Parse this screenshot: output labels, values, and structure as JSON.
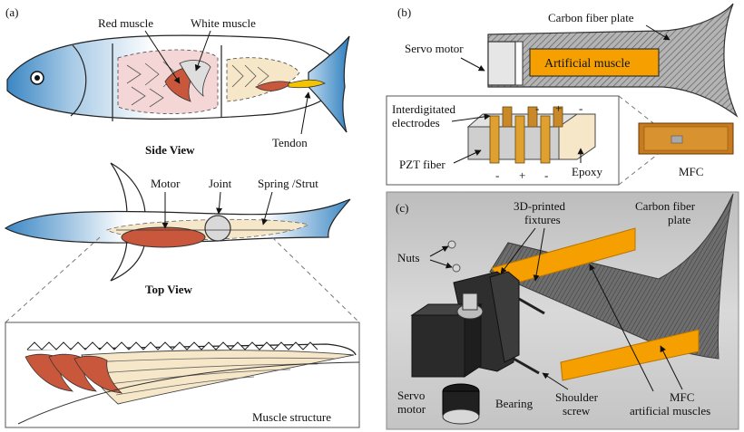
{
  "panel_a": {
    "tag": "(a)",
    "red_muscle": "Red muscle",
    "white_muscle": "White muscle",
    "tendon": "Tendon",
    "side_view": "Side View",
    "motor": "Motor",
    "joint": "Joint",
    "spring_strut": "Spring /Strut",
    "top_view": "Top View",
    "muscle_structure": "Muscle structure"
  },
  "panel_b": {
    "tag": "(b)",
    "carbon_plate": "Carbon fiber plate",
    "servo_motor": "Servo motor",
    "artificial_muscle": "Artificial muscle",
    "interdigitated_1": "Interdigitated",
    "interdigitated_2": "electrodes",
    "pzt_fiber": "PZT fiber",
    "epoxy": "Epoxy",
    "mfc": "MFC",
    "signs_top": [
      "-",
      "+",
      "-"
    ],
    "signs_bottom": [
      "-",
      "+",
      "-"
    ]
  },
  "panel_c": {
    "tag": "(c)",
    "fixtures_1": "3D-printed",
    "fixtures_2": "fixtures",
    "carbon_1": "Carbon fiber",
    "carbon_2": "plate",
    "nuts": "Nuts",
    "servo_1": "Servo",
    "servo_2": "motor",
    "bearing": "Bearing",
    "shoulder_1": "Shoulder",
    "shoulder_2": "screw",
    "mfc_1": "MFC",
    "mfc_2": "artificial muscles"
  },
  "colors": {
    "fish_blue": "#3b87c4",
    "red_muscle": "#c9573b",
    "white_muscle": "#f6e7c9",
    "mfc_orange": "#f5a000",
    "carbon_gray": "#8a8a8a"
  }
}
